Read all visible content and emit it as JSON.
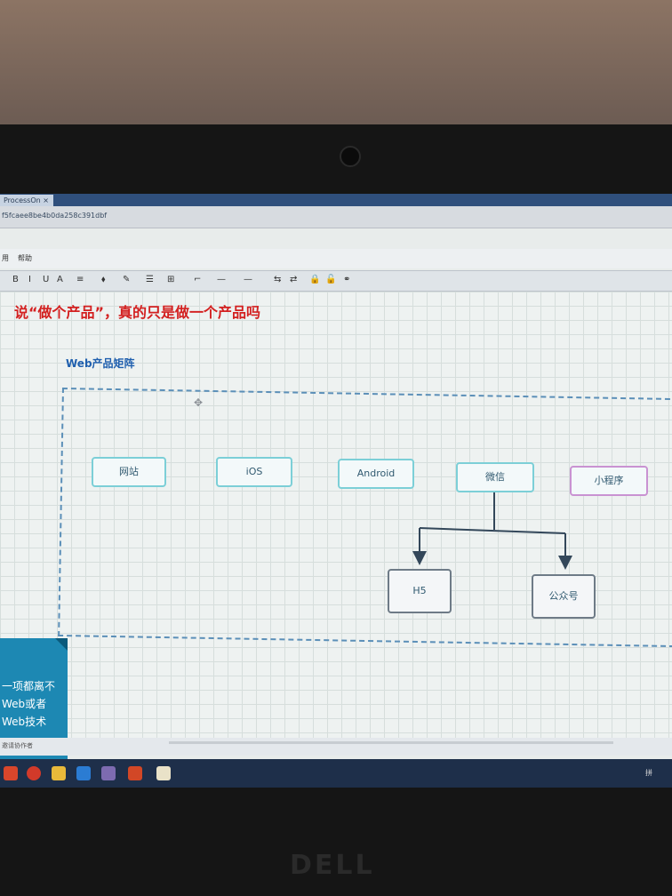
{
  "browser": {
    "tab_label": "ProcessOn ×",
    "url": "f5fcaee8be4b0da258c391dbf"
  },
  "menu": [
    "用",
    "帮助"
  ],
  "toolbar": {
    "tools": [
      "B",
      "I",
      "U",
      "A",
      "≡",
      "⬧",
      "✎",
      "☰",
      "⊞",
      "⌐",
      "—",
      "—",
      "⇆",
      "⇄",
      "🔒",
      "🔓",
      "⚭"
    ]
  },
  "diagram": {
    "headline": "说“做个产品”，真的只是做一个产品吗",
    "subtitle": "Web产品矩阵",
    "nodes": [
      "网站",
      "iOS",
      "Android",
      "微信",
      "小程序"
    ],
    "children": [
      "H5",
      "公众号"
    ],
    "callout_lines": [
      "一项都离不",
      "Web或者",
      "Web技术"
    ]
  },
  "statusbar": {
    "text": "邀请协作者"
  },
  "taskbar": {
    "tray": "拼"
  },
  "bezel": {
    "brand": "DELL"
  },
  "colors": {
    "accent": "#1d88b3",
    "headline": "#d32020",
    "node_border": "#7ccfd7"
  }
}
